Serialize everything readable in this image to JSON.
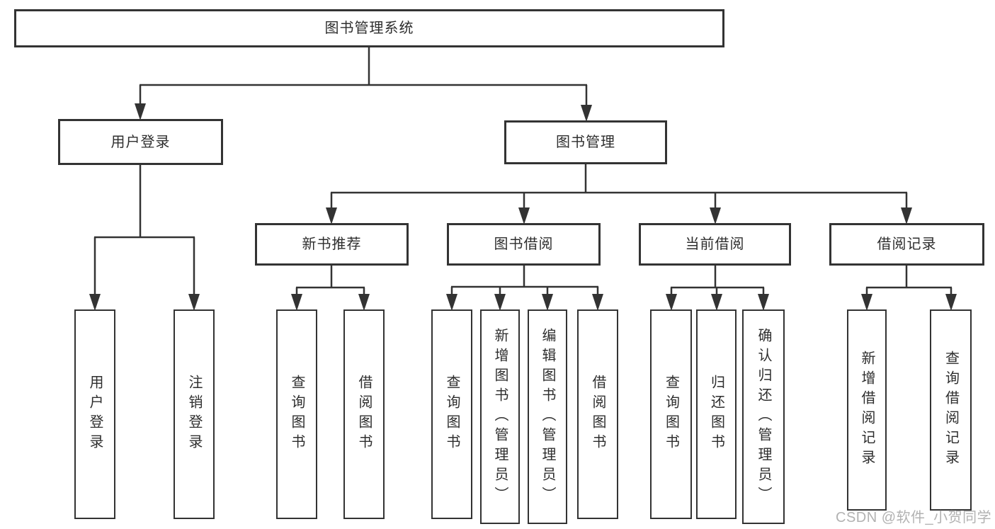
{
  "diagram": {
    "root": {
      "label": "图书管理系统"
    },
    "branches": [
      {
        "label": "用户登录",
        "children": [
          {
            "label": "用户登录"
          },
          {
            "label": "注销登录"
          }
        ]
      },
      {
        "label": "图书管理",
        "children": [
          {
            "label": "新书推荐",
            "children": [
              {
                "label": "查询图书"
              },
              {
                "label": "借阅图书"
              }
            ]
          },
          {
            "label": "图书借阅",
            "children": [
              {
                "label": "查询图书"
              },
              {
                "label": "新增图书（管理员）"
              },
              {
                "label": "编辑图书（管理员）"
              },
              {
                "label": "借阅图书"
              }
            ]
          },
          {
            "label": "当前借阅",
            "children": [
              {
                "label": "查询图书"
              },
              {
                "label": "归还图书"
              },
              {
                "label": "确认归还（管理员）"
              }
            ]
          },
          {
            "label": "借阅记录",
            "children": [
              {
                "label": "新增借阅记录"
              },
              {
                "label": "查询借阅记录"
              }
            ]
          }
        ]
      }
    ]
  },
  "watermark": {
    "text": "CSDN @软件_小贺同学"
  },
  "colors": {
    "line": "#333333",
    "box_border": "#333333",
    "text": "#2e2e2e",
    "background": "#ffffff",
    "watermark": "#8a8a8a"
  }
}
